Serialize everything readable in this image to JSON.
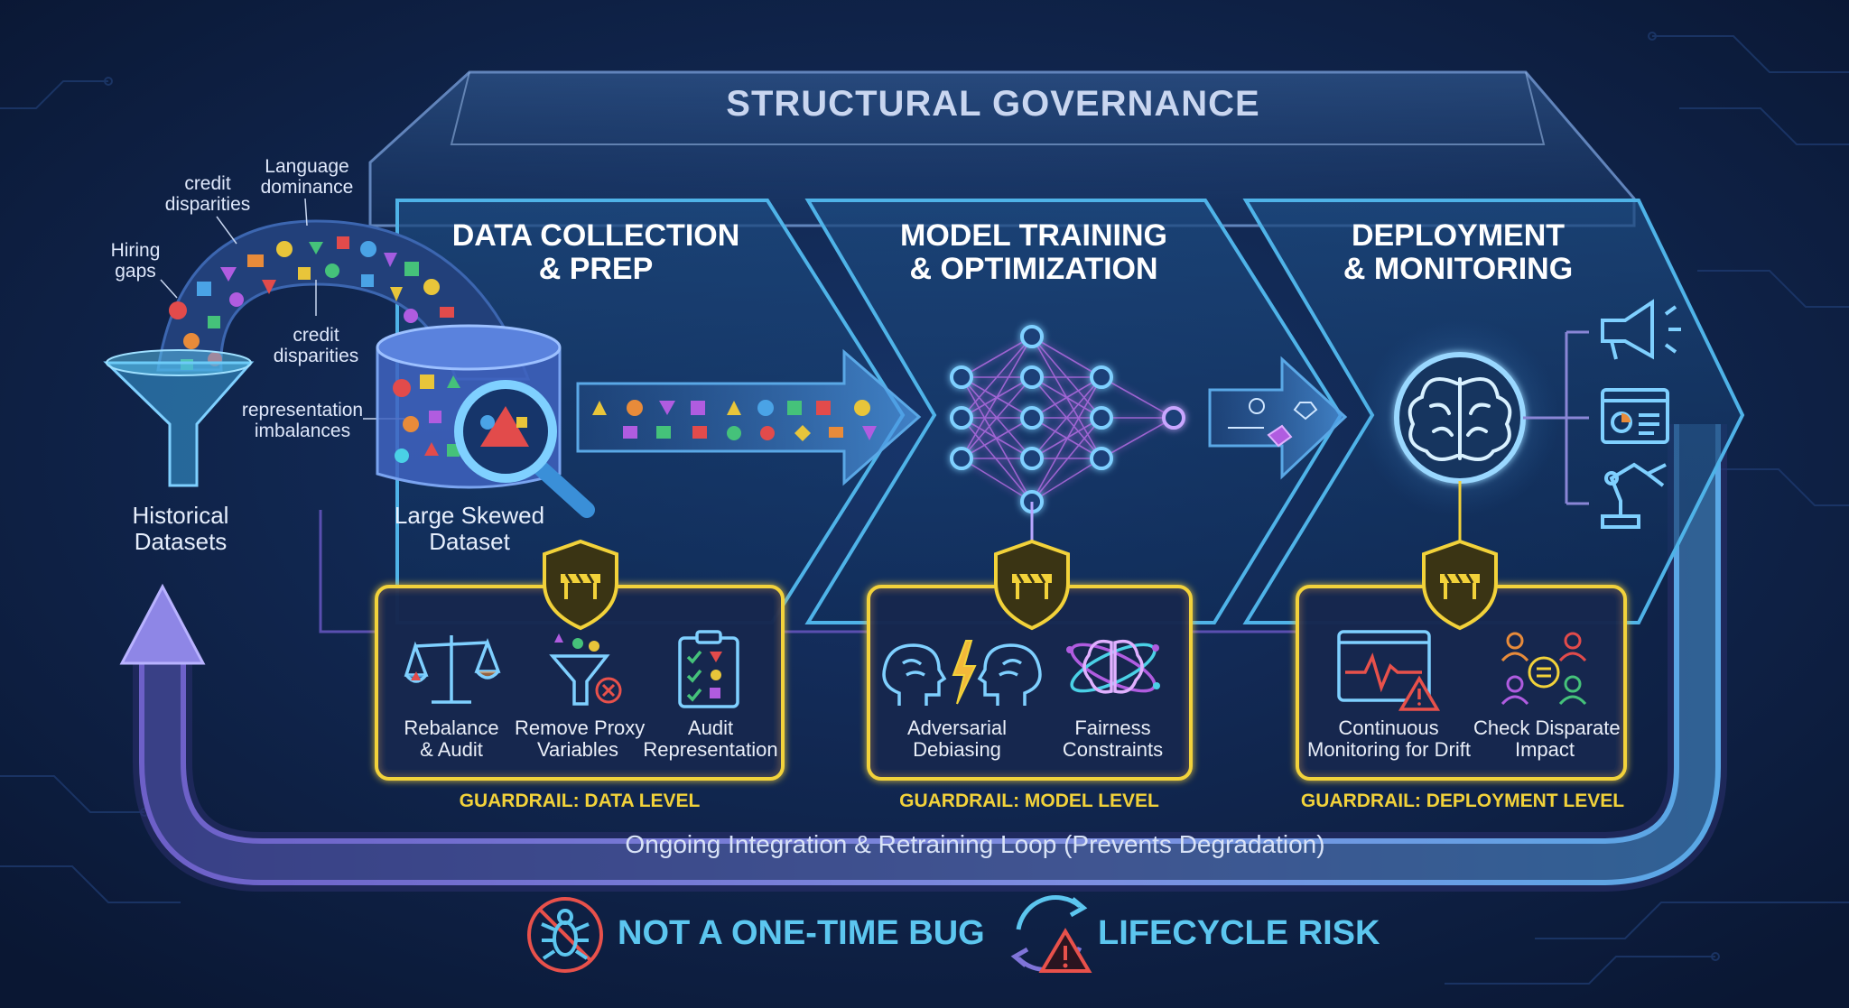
{
  "header": {
    "title": "STRUCTURAL GOVERNANCE"
  },
  "stages": [
    {
      "title_line1": "DATA COLLECTION",
      "title_line2": "& PREP"
    },
    {
      "title_line1": "MODEL TRAINING",
      "title_line2": "& OPTIMIZATION"
    },
    {
      "title_line1": "DEPLOYMENT",
      "title_line2": "& MONITORING"
    }
  ],
  "sources": {
    "hiring_line1": "Hiring",
    "hiring_line2": "gaps",
    "credit_top_line1": "credit",
    "credit_top_line2": "disparities",
    "language_line1": "Language",
    "language_line2": "dominance",
    "credit_mid_line1": "credit",
    "credit_mid_line2": "disparities",
    "representation_line1": "representation",
    "representation_line2": "imbalances",
    "historical_line1": "Historical",
    "historical_line2": "Datasets",
    "dataset_line1": "Large Skewed",
    "dataset_line2": "Dataset"
  },
  "guardrails": [
    {
      "footer": "GUARDRAIL: DATA LEVEL",
      "items": [
        {
          "icon": "balance-scale-icon",
          "line1": "Rebalance",
          "line2": "& Audit"
        },
        {
          "icon": "funnel-filter-icon",
          "line1": "Remove Proxy",
          "line2": "Variables"
        },
        {
          "icon": "clipboard-checklist-icon",
          "line1": "Audit",
          "line2": "Representation"
        }
      ]
    },
    {
      "footer": "GUARDRAIL: MODEL LEVEL",
      "items": [
        {
          "icon": "adversarial-heads-icon",
          "line1": "Adversarial",
          "line2": "Debiasing"
        },
        {
          "icon": "brain-constraints-icon",
          "line1": "Fairness",
          "line2": "Constraints"
        }
      ]
    },
    {
      "footer": "GUARDRAIL: DEPLOYMENT LEVEL",
      "items": [
        {
          "icon": "monitor-alert-icon",
          "line1": "Continuous",
          "line2": "Monitoring for Drift"
        },
        {
          "icon": "people-equality-icon",
          "line1": "Check Disparate",
          "line2": "Impact"
        }
      ]
    }
  ],
  "loop": {
    "label": "Ongoing Integration & Retraining Loop (Prevents Degradation)"
  },
  "risks": [
    {
      "icon": "no-bug-icon",
      "label": "NOT A ONE-TIME BUG"
    },
    {
      "icon": "cycle-warning-icon",
      "label": "LIFECYCLE RISK"
    }
  ],
  "colors": {
    "background": "#0c1d3d",
    "panel_stroke": "#4fb3e8",
    "guardrail": "#f2d23a",
    "loop_arrow": "#7f74d8",
    "neural_node": "#7fd0ff",
    "risk_text": "#5cc6ef",
    "alert": "#e8514b"
  }
}
